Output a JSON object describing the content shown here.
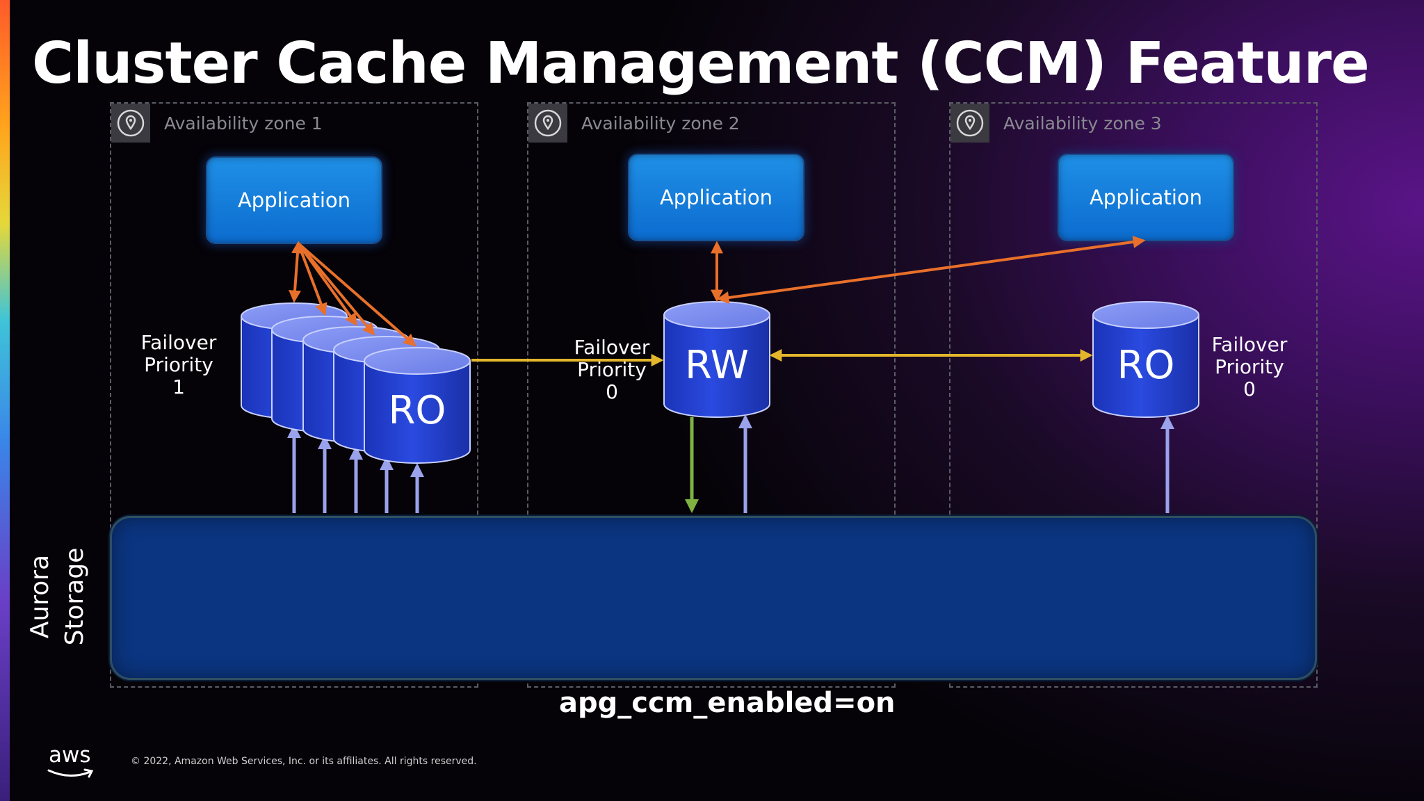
{
  "title": "Cluster Cache Management (CCM) Feature",
  "zones": [
    {
      "label": "Availability zone 1",
      "icon": "location-pin-icon"
    },
    {
      "label": "Availability zone 2",
      "icon": "location-pin-icon"
    },
    {
      "label": "Availability zone 3",
      "icon": "location-pin-icon"
    }
  ],
  "applications": [
    "Application",
    "Application",
    "Application"
  ],
  "databases": {
    "zone1": {
      "role": "RO",
      "stack_count": 5
    },
    "zone2": {
      "role": "RW"
    },
    "zone3": {
      "role": "RO"
    }
  },
  "failover": [
    {
      "label": "Failover\nPriority\n1"
    },
    {
      "label": "Failover\nPriority\n0"
    },
    {
      "label": "Failover\nPriority\n0"
    }
  ],
  "storage": {
    "label": "Aurora\nStorage"
  },
  "parameter": "apg_ccm_enabled=on",
  "footer": {
    "logo_text": "aws",
    "copyright": "© 2022, Amazon Web Services, Inc. or its affiliates. All rights reserved."
  },
  "colors": {
    "app_blue": "#0f78db",
    "db_blue": "#2346d6",
    "storage_blue": "#0b3581",
    "arrow_orange": "#e8702a",
    "arrow_yellow": "#e3b62c",
    "arrow_lavender": "#9aa2ec",
    "arrow_green": "#7fb241"
  }
}
